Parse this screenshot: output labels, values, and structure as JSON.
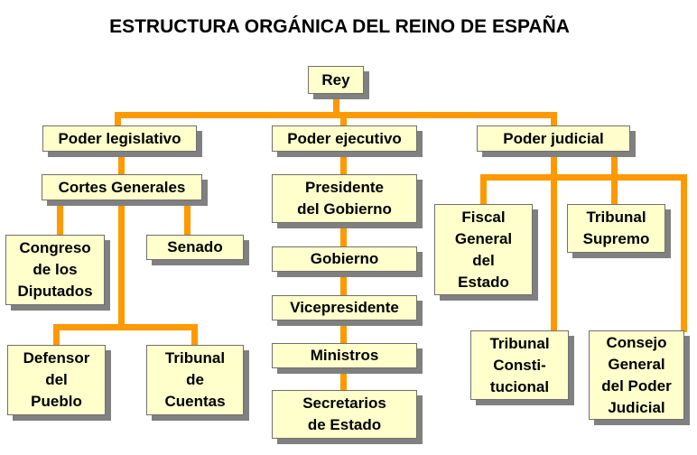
{
  "title": "ESTRUCTURA ORGÁNICA DEL REINO DE ESPAÑA",
  "nodes": {
    "rey": "Rey",
    "legislativo": "Poder legislativo",
    "ejecutivo": "Poder ejecutivo",
    "judicial": "Poder judicial",
    "cortes": "Cortes Generales",
    "congreso": "Congreso\nde los\nDiputados",
    "senado": "Senado",
    "defensor": "Defensor\ndel\nPueblo",
    "cuentas": "Tribunal\nde\nCuentas",
    "presidente": "Presidente\ndel Gobierno",
    "gobierno": "Gobierno",
    "vicepresidente": "Vicepresidente",
    "ministros": "Ministros",
    "secretarios": "Secretarios\nde Estado",
    "fiscal": "Fiscal\nGeneral\ndel\nEstado",
    "supremo": "Tribunal\nSupremo",
    "constitucional": "Tribunal\nConsti-\ntucional",
    "cgpj": "Consejo\nGeneral\ndel Poder\nJudicial"
  },
  "colors": {
    "connector": "#ff9900",
    "box_fill": "#ffffcc",
    "shadow": "#808080"
  }
}
